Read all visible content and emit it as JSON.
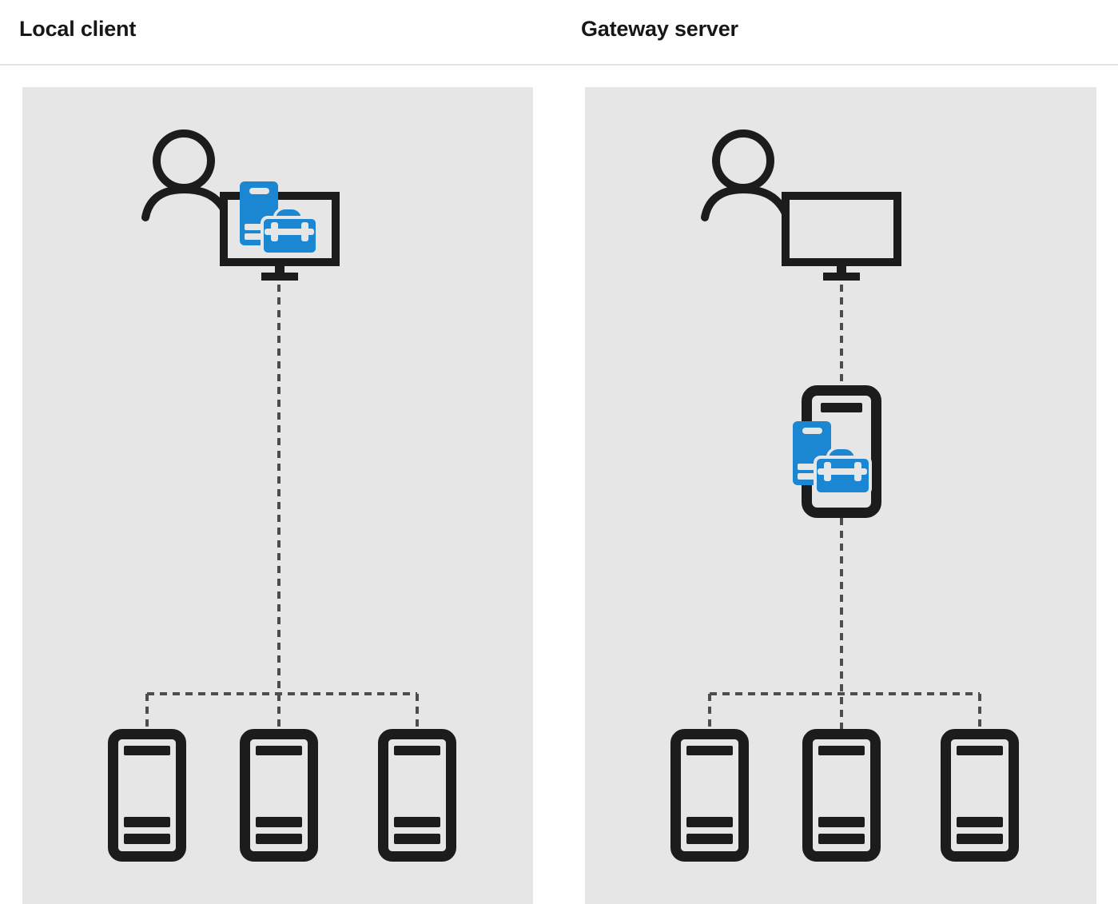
{
  "columns": [
    {
      "title": "Local client",
      "icons": [
        "person-icon",
        "monitor-icon",
        "admin-center-toolbox-icon",
        "server-icon",
        "server-icon",
        "server-icon"
      ],
      "connector": "dashed-line-tree"
    },
    {
      "title": "Gateway server",
      "icons": [
        "person-icon",
        "monitor-icon",
        "gateway-tower-icon",
        "admin-center-toolbox-icon",
        "server-icon",
        "server-icon",
        "server-icon"
      ],
      "connector": "dashed-line-tree"
    }
  ],
  "colors": {
    "accent_blue": "#1b86d1",
    "icon_black": "#1c1c1c",
    "panel_background": "#e6e6e6",
    "dash_gray": "#4d4d4d",
    "divider": "#e3e3e3",
    "title_text": "#171717",
    "page_background": "#ffffff"
  }
}
